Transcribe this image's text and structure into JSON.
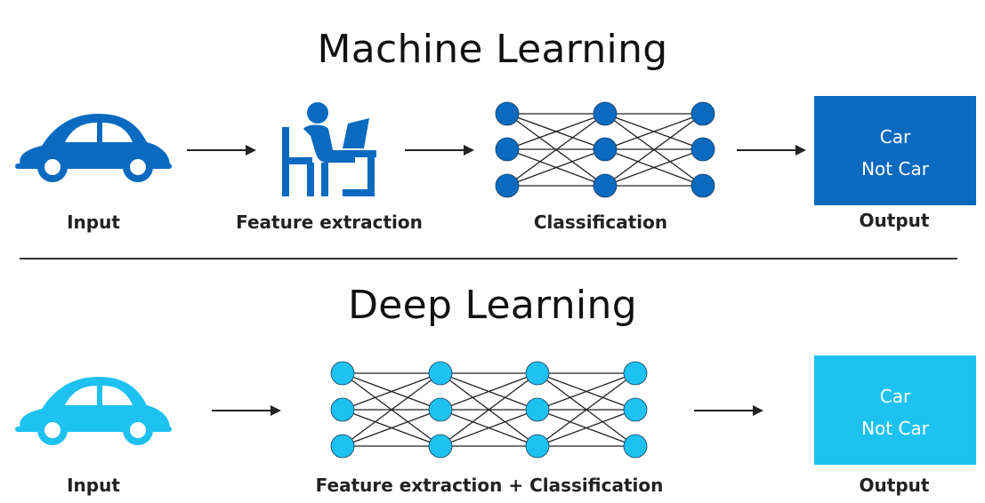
{
  "colors": {
    "ml": "#0a6ac0",
    "dl": "#1ec2f0",
    "text": "#222222",
    "line": "#222222"
  },
  "machine_learning": {
    "title": "Machine Learning",
    "input_label": "Input",
    "feature_label": "Feature extraction",
    "classification_label": "Classification",
    "output_label": "Output",
    "output_lines": [
      "Car",
      "Not Car"
    ],
    "icons": [
      "car-icon",
      "person-at-desk-icon",
      "neural-network-icon"
    ]
  },
  "deep_learning": {
    "title": "Deep Learning",
    "input_label": "Input",
    "network_label": "Feature extraction + Classification",
    "output_label": "Output",
    "output_lines": [
      "Car",
      "Not Car"
    ],
    "icons": [
      "car-icon",
      "neural-network-icon"
    ]
  }
}
